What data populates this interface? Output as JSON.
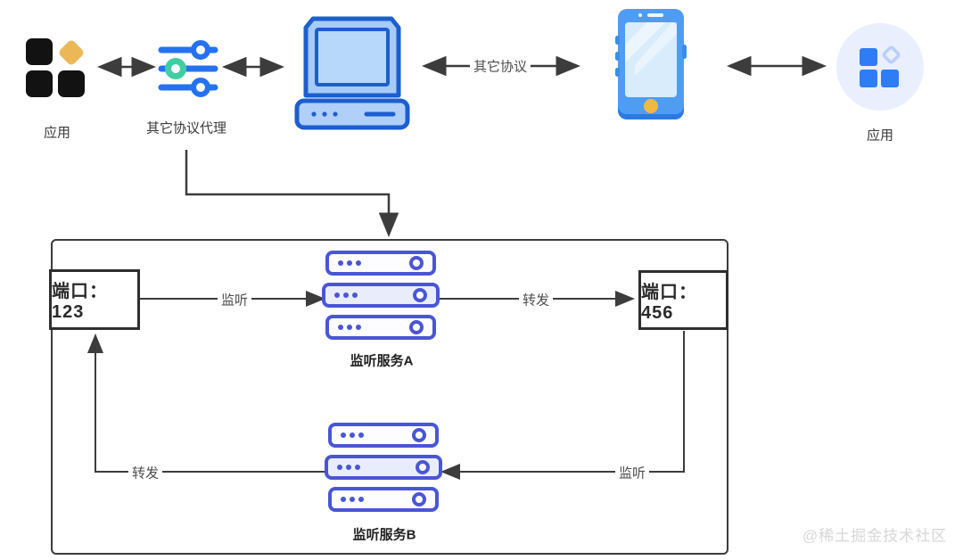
{
  "top_row": {
    "app_left_label": "应用",
    "proxy_label": "其它协议代理",
    "protocol_edge_label": "其它协议",
    "app_right_label": "应用"
  },
  "flow_box": {
    "port_left_label": "端口：123",
    "port_right_label": "端口：456",
    "service_a_label": "监听服务A",
    "service_b_label": "监听服务B",
    "edge_listen_a": "监听",
    "edge_forward_a": "转发",
    "edge_listen_b": "监听",
    "edge_forward_b": "转发"
  },
  "watermark": "@稀土掘金技术社区",
  "colors": {
    "accent_blue": "#2575f2",
    "indigo": "#4a55d6",
    "green": "#41cda4",
    "yellow": "#ecb857",
    "line": "#3c3c3c",
    "computer_fill": "#a6cbf8",
    "computer_border": "#1d5ecf",
    "phone_body": "#4f9df2",
    "phone_screen": "#d8ecfc",
    "app_circle_bg": "#e9effc",
    "watermark": "#d7d7d7"
  }
}
